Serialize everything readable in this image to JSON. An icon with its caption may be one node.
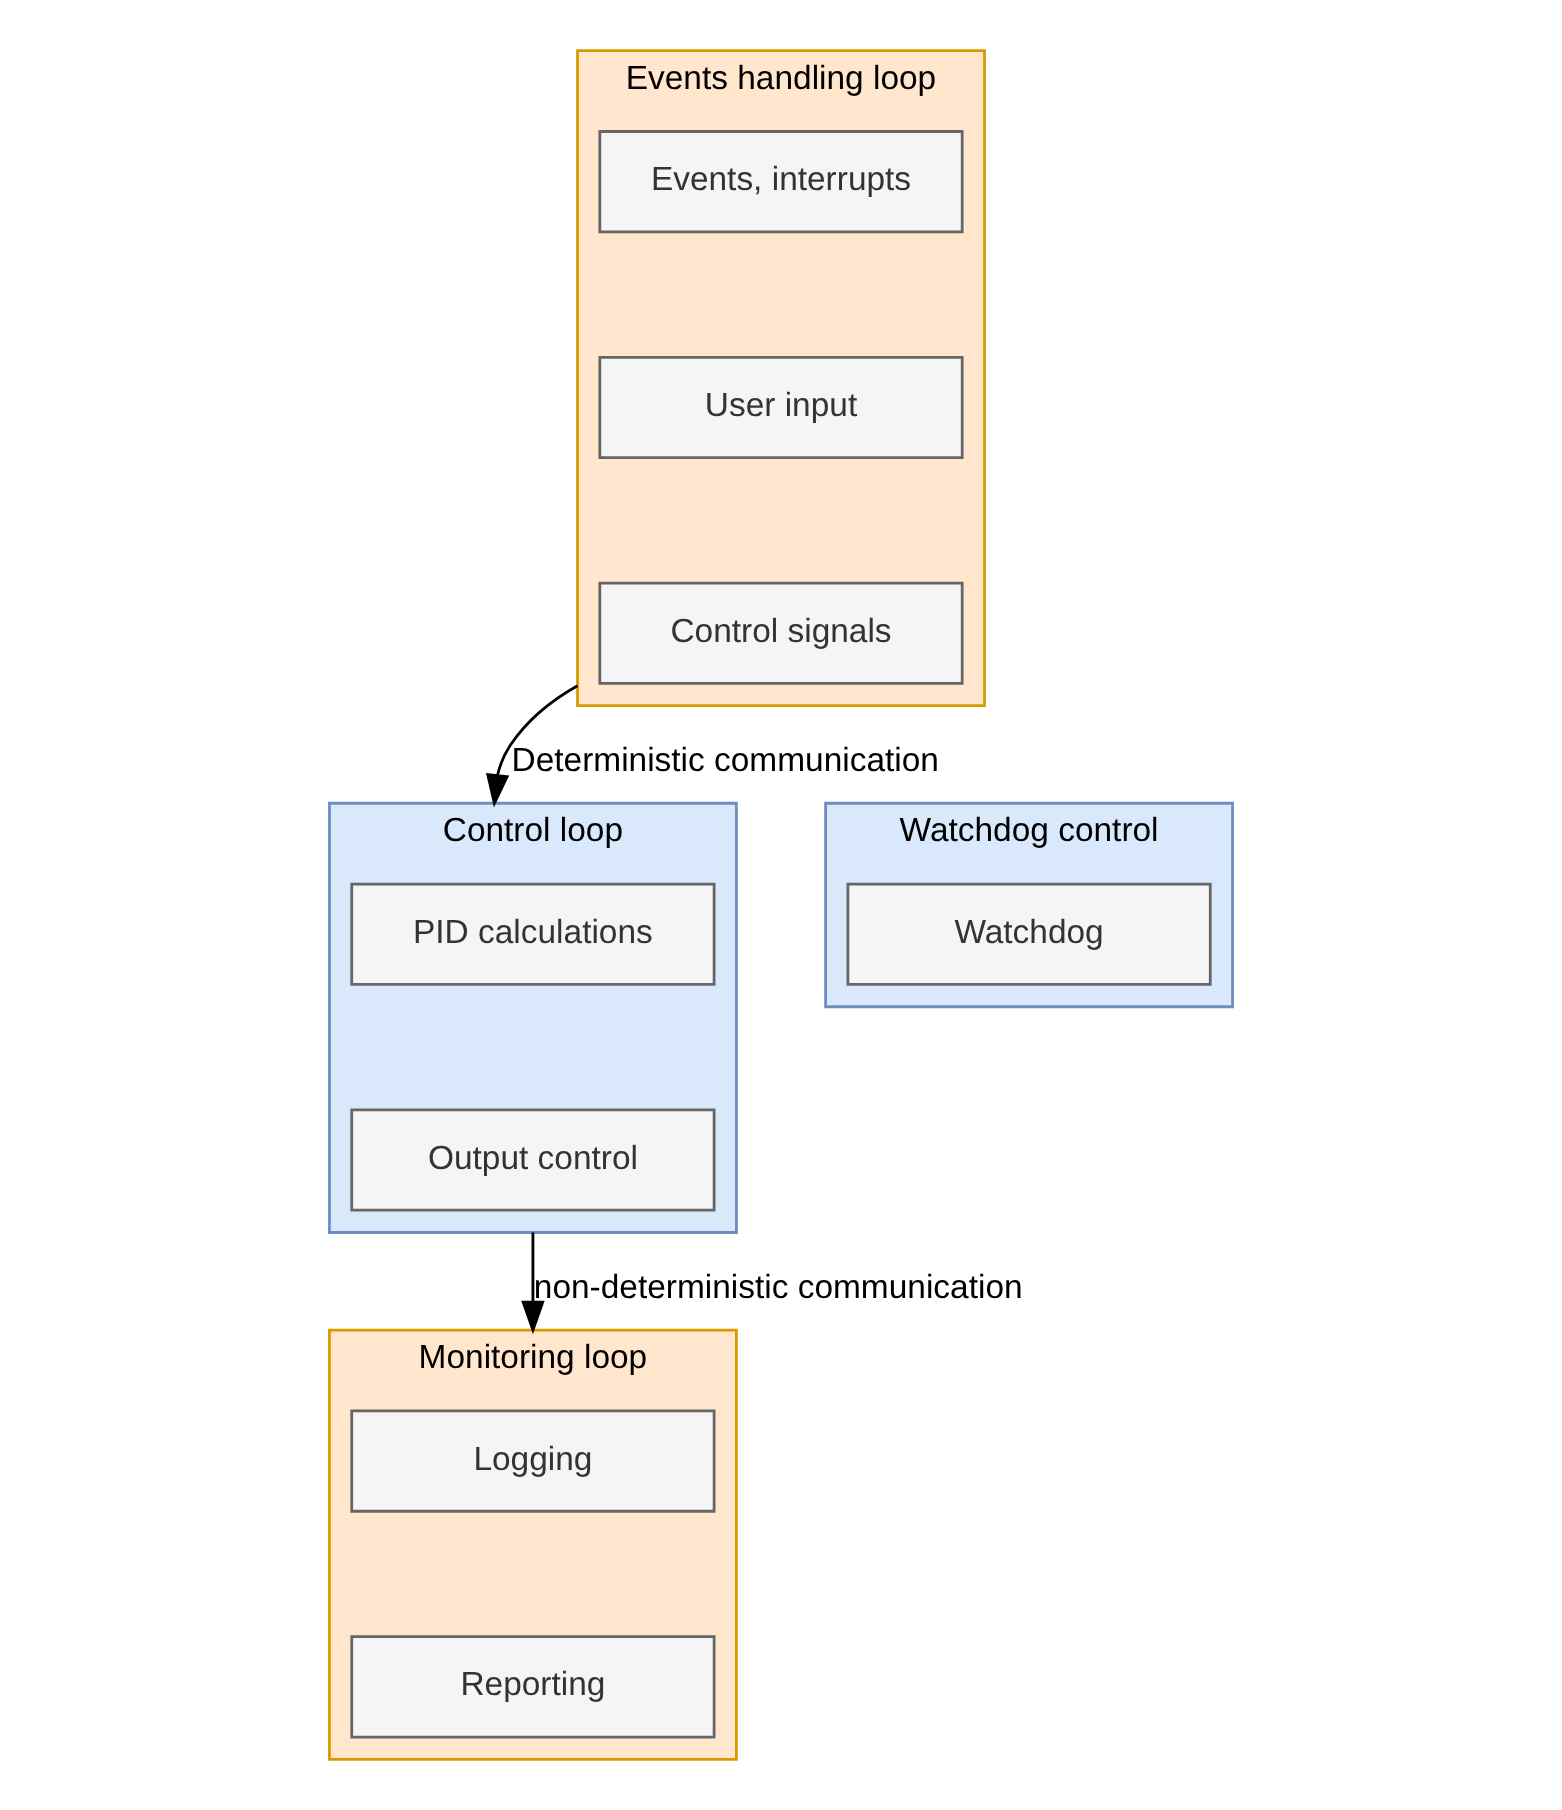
{
  "diagram": {
    "nodes": [
      {
        "text": [
          "Events handling loop"
        ]
      },
      {
        "text": [
          "Events, interrupts"
        ],
        "in": 0
      },
      {
        "text": [
          "User input"
        ],
        "in": 0
      },
      {
        "text": [
          "Control signals"
        ],
        "in": 0
      },
      {
        "text": [
          "Control loop"
        ]
      },
      {
        "text": [
          "PID calculations"
        ],
        "in": 4
      },
      {
        "text": [
          "Output control"
        ],
        "in": 4
      },
      {
        "text": [
          "Monitoring loop"
        ]
      },
      {
        "text": [
          "Logging"
        ],
        "in": 7
      },
      {
        "text": [
          "Reporting"
        ],
        "in": 7
      },
      {
        "text": [
          "Watchdog control"
        ]
      },
      {
        "text": [
          "Watchdog"
        ],
        "in": 10
      }
    ],
    "edges": [
      {
        "from": 0,
        "to": 4,
        "arrow": "to",
        "label": "Deterministic communication"
      },
      {
        "from": 4,
        "to": 7,
        "arrow": "to",
        "label": "non-deterministic communication"
      }
    ]
  }
}
